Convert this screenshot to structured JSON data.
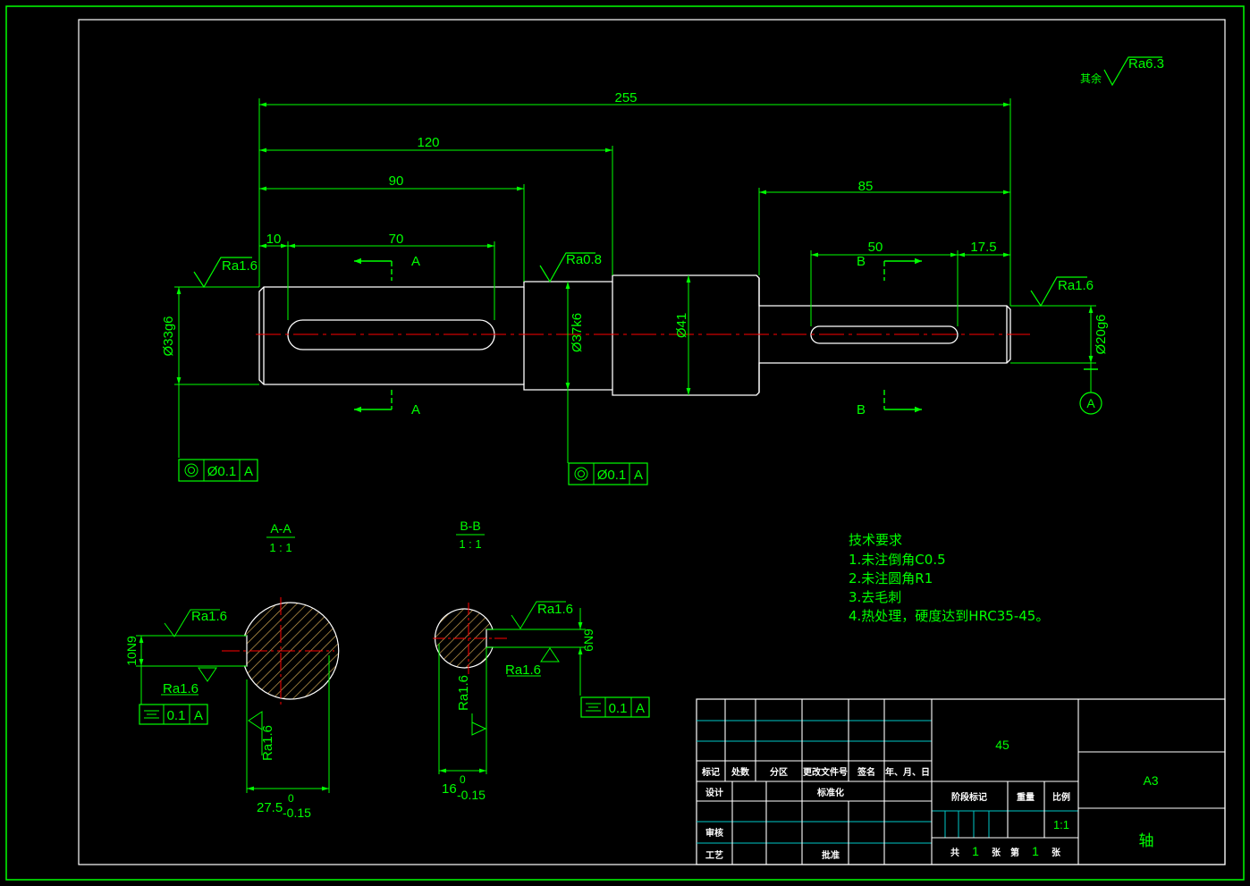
{
  "dimensions": {
    "overall_length": "255",
    "left_segment": "120",
    "left_shaft": "90",
    "left_offset": "10",
    "left_keyway": "70",
    "right_segment": "85",
    "right_keyway": "50",
    "right_offset": "17.5",
    "dia_left": "Ø33g6",
    "dia_bearing": "Ø37k6",
    "dia_collar": "Ø41",
    "dia_right": "Ø20g6"
  },
  "roughness": {
    "other_label": "其余",
    "other_value": "Ra6.3",
    "left_shaft": "Ra1.6",
    "bearing": "Ra0.8",
    "right_shaft": "Ra1.6",
    "aa_top": "Ra1.6",
    "aa_bottom": "Ra1.6",
    "aa_side": "Ra1.6",
    "bb_top": "Ra1.6",
    "bb_bottom": "Ra1.6",
    "bb_side": "Ra1.6"
  },
  "section_marks": {
    "a": "A",
    "b": "B"
  },
  "datum": "A",
  "tolerance_frames": {
    "left": {
      "value": "Ø0.1",
      "datum": "A"
    },
    "bearing": {
      "value": "Ø0.1",
      "datum": "A"
    },
    "aa_sym": {
      "value": "0.1",
      "datum": "A"
    },
    "bb_sym": {
      "value": "0.1",
      "datum": "A"
    }
  },
  "section_aa": {
    "title": "A-A",
    "scale": "1 : 1",
    "key_width": "10N9",
    "depth_main": "27.5",
    "depth_upper": "0",
    "depth_lower": "-0.15"
  },
  "section_bb": {
    "title": "B-B",
    "scale": "1 : 1",
    "key_width": "6N9",
    "depth_main": "16",
    "depth_upper": "0",
    "depth_lower": "-0.15"
  },
  "tech_requirements": {
    "title": "技术要求",
    "items": [
      "1.未注倒角C0.5",
      "2.未注圆角R1",
      "3.去毛刺",
      "4.热处理，硬度达到HRC35-45。"
    ]
  },
  "title_block": {
    "material": "45",
    "sheet_size": "A3",
    "part_name": "轴",
    "row_headers": [
      "标记",
      "处数",
      "分区",
      "更改文件号",
      "签名",
      "年、月、日"
    ],
    "design": "设计",
    "standardization": "标准化",
    "review": "审核",
    "process": "工艺",
    "approve": "批准",
    "stage_mark": "阶段标记",
    "weight": "重量",
    "scale_label": "比例",
    "scale_value": "1:1",
    "total_label": "共",
    "total_count": "1",
    "sheet_unit": "张",
    "page_label": "第",
    "page_count": "1",
    "page_unit": "张"
  },
  "colors": {
    "background": "#000000",
    "lines": "#00ff00",
    "outline": "#ffffff",
    "centerline": "#ff0000",
    "hatch": "#c8a050",
    "table_inner": "#00c8c8"
  }
}
